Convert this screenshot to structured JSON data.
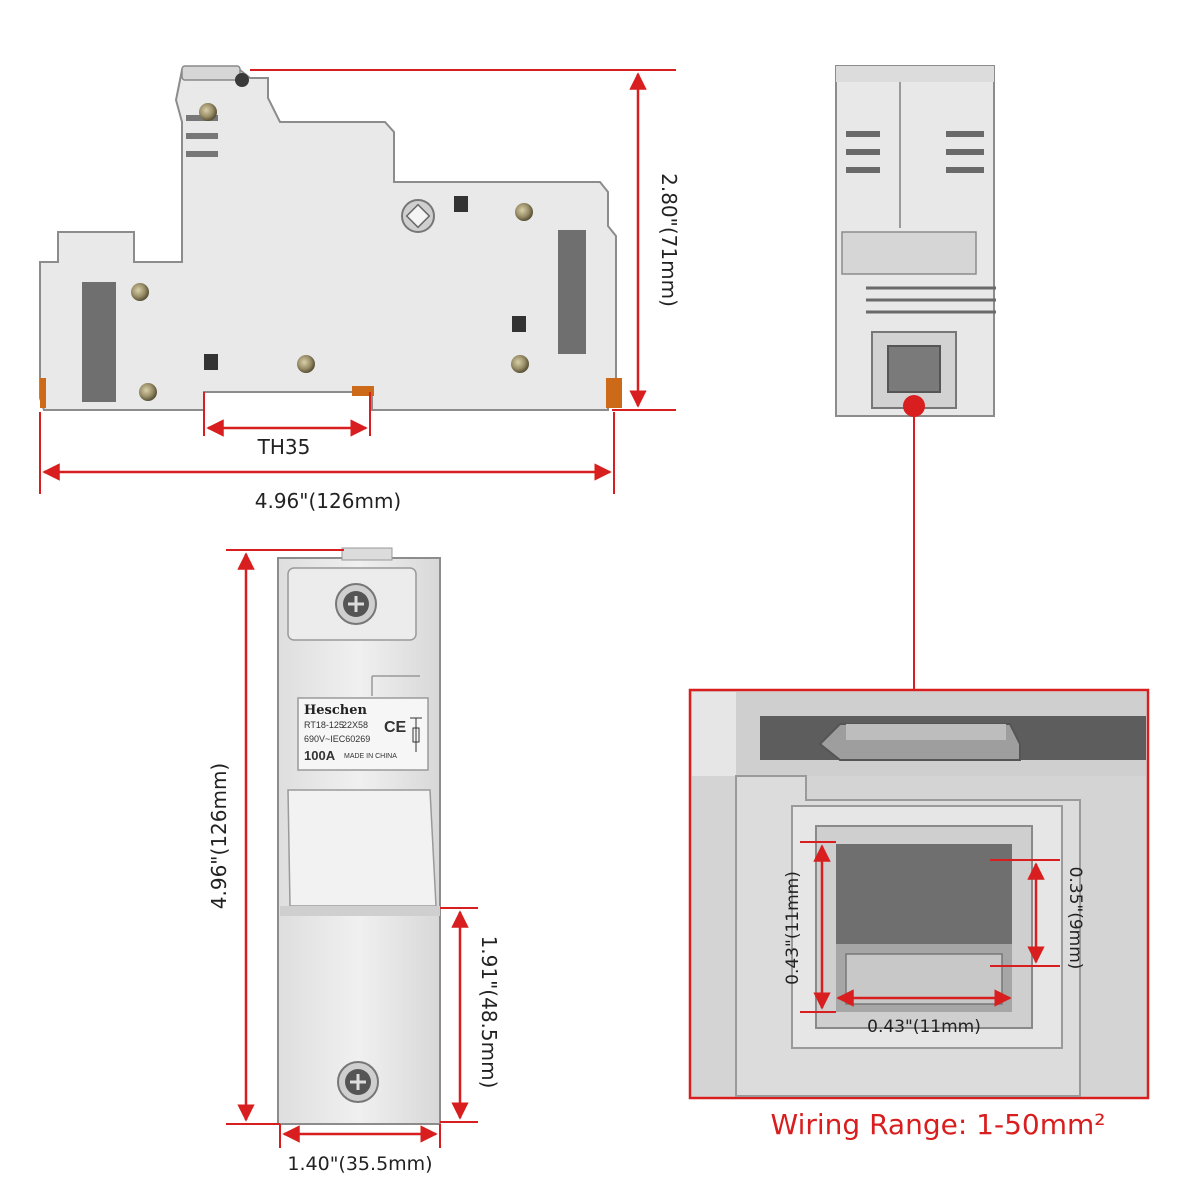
{
  "colors": {
    "dimension": "#d81e1e",
    "body": "#e8e8e8",
    "body_shade": "#cfcfcf",
    "outline": "#8a8a8a",
    "terminal": "#cc6a1a"
  },
  "dimensions": {
    "side_height": "2.80\"(71mm)",
    "side_width": "4.96\"(126mm)",
    "rail": "TH35",
    "front_height": "4.96\"(126mm)",
    "front_lower": "1.91\"(48.5mm)",
    "front_width": "1.40\"(35.5mm)",
    "opening_height": "0.43\"(11mm)",
    "opening_width": "0.43\"(11mm)",
    "opening_inner": "0.35\"(9mm)"
  },
  "label": {
    "brand": "Heschen",
    "model": "RT18-125",
    "size": "22X58",
    "mark": "CE",
    "voltage": "690V~IEC60269",
    "current": "100A",
    "origin": "MADE IN CHINA"
  },
  "wiring_caption": "Wiring Range: 1-50mm²",
  "icons": [
    "screw-icon",
    "fuse-symbol-icon",
    "ce-mark-icon"
  ]
}
